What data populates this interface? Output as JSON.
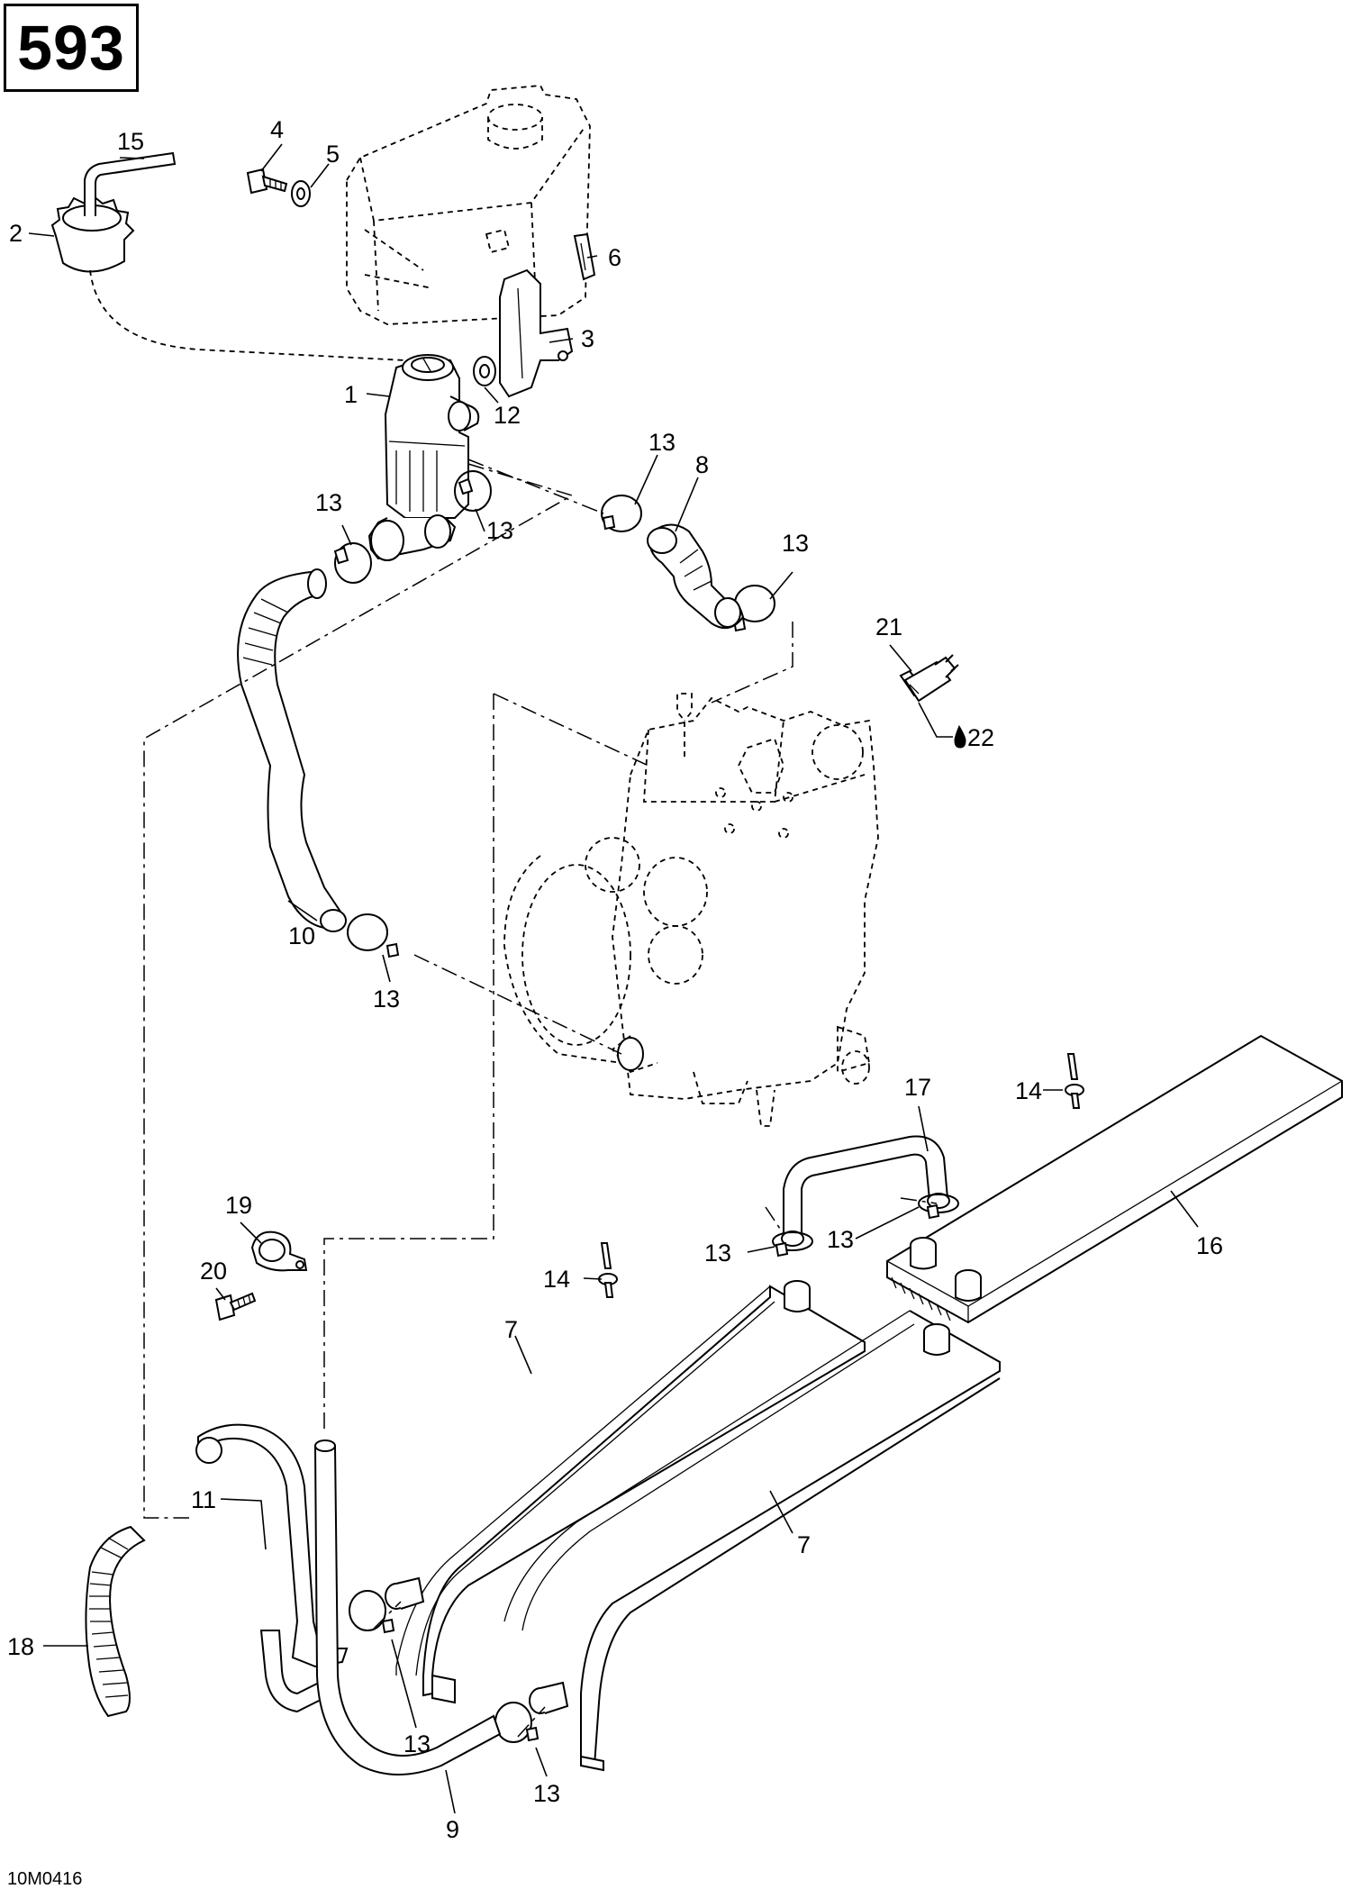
{
  "page": {
    "number": "593",
    "reference_code": "10M0416"
  },
  "callouts": [
    {
      "key": "c15",
      "label": "15"
    },
    {
      "key": "c2",
      "label": "2"
    },
    {
      "key": "c4",
      "label": "4"
    },
    {
      "key": "c5",
      "label": "5"
    },
    {
      "key": "c6",
      "label": "6"
    },
    {
      "key": "c3",
      "label": "3"
    },
    {
      "key": "c1",
      "label": "1"
    },
    {
      "key": "c12",
      "label": "12"
    },
    {
      "key": "c13a",
      "label": "13"
    },
    {
      "key": "c13b",
      "label": "13"
    },
    {
      "key": "c13c",
      "label": "13"
    },
    {
      "key": "c8",
      "label": "8"
    },
    {
      "key": "c13d",
      "label": "13"
    },
    {
      "key": "c21",
      "label": "21"
    },
    {
      "key": "c22",
      "label": "22"
    },
    {
      "key": "c10",
      "label": "10"
    },
    {
      "key": "c13e",
      "label": "13"
    },
    {
      "key": "c17",
      "label": "17"
    },
    {
      "key": "c14a",
      "label": "14"
    },
    {
      "key": "c13f",
      "label": "13"
    },
    {
      "key": "c13g",
      "label": "13"
    },
    {
      "key": "c16",
      "label": "16"
    },
    {
      "key": "c19",
      "label": "19"
    },
    {
      "key": "c20",
      "label": "20"
    },
    {
      "key": "c14b",
      "label": "14"
    },
    {
      "key": "c7a",
      "label": "7"
    },
    {
      "key": "c7b",
      "label": "7"
    },
    {
      "key": "c11",
      "label": "11"
    },
    {
      "key": "c18",
      "label": "18"
    },
    {
      "key": "c13h",
      "label": "13"
    },
    {
      "key": "c13i",
      "label": "13"
    },
    {
      "key": "c9",
      "label": "9"
    }
  ]
}
